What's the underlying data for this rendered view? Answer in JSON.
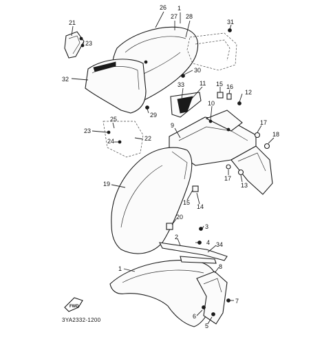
{
  "diagram": {
    "code": "3YA2332-1200",
    "front_arrow_text": "FWD",
    "labels": [
      {
        "id": "26",
        "text": "26"
      },
      {
        "id": "27",
        "text": "27"
      },
      {
        "id": "1a",
        "text": "1"
      },
      {
        "id": "28",
        "text": "28"
      },
      {
        "id": "31",
        "text": "31"
      },
      {
        "id": "21",
        "text": "21"
      },
      {
        "id": "23a",
        "text": "23"
      },
      {
        "id": "30",
        "text": "30"
      },
      {
        "id": "32",
        "text": "32"
      },
      {
        "id": "33",
        "text": "33"
      },
      {
        "id": "11",
        "text": "11"
      },
      {
        "id": "15a",
        "text": "15"
      },
      {
        "id": "16",
        "text": "16"
      },
      {
        "id": "12",
        "text": "12"
      },
      {
        "id": "29",
        "text": "29"
      },
      {
        "id": "10",
        "text": "10"
      },
      {
        "id": "25",
        "text": "25"
      },
      {
        "id": "9",
        "text": "9"
      },
      {
        "id": "17a",
        "text": "17"
      },
      {
        "id": "18",
        "text": "18"
      },
      {
        "id": "23b",
        "text": "23"
      },
      {
        "id": "24",
        "text": "24"
      },
      {
        "id": "22",
        "text": "22"
      },
      {
        "id": "17b",
        "text": "17"
      },
      {
        "id": "13",
        "text": "13"
      },
      {
        "id": "19",
        "text": "19"
      },
      {
        "id": "15b",
        "text": "15"
      },
      {
        "id": "14",
        "text": "14"
      },
      {
        "id": "20",
        "text": "20"
      },
      {
        "id": "3",
        "text": "3"
      },
      {
        "id": "2",
        "text": "2"
      },
      {
        "id": "4",
        "text": "4"
      },
      {
        "id": "34",
        "text": "34"
      },
      {
        "id": "1b",
        "text": "1"
      },
      {
        "id": "8",
        "text": "8"
      },
      {
        "id": "7",
        "text": "7"
      },
      {
        "id": "6",
        "text": "6"
      },
      {
        "id": "5",
        "text": "5"
      }
    ]
  }
}
